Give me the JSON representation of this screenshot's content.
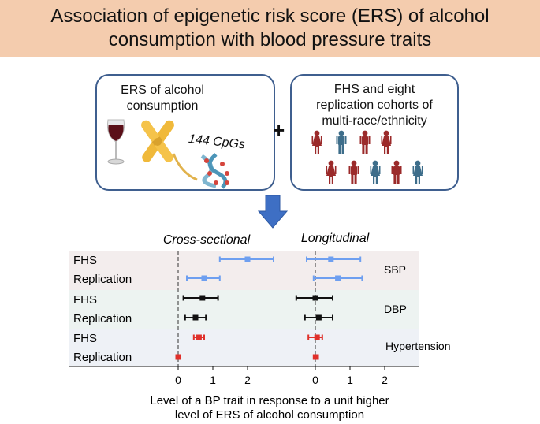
{
  "header": {
    "line1": "Association of epigenetic risk score (ERS) of alcohol",
    "line2": "consumption with blood pressure traits"
  },
  "left_box": {
    "title_line1": "ERS of alcohol",
    "title_line2": "consumption",
    "cpg_label": "144 CpGs"
  },
  "right_box": {
    "title_line1": "FHS and eight",
    "title_line2": "replication cohorts of",
    "title_line3": "multi-race/ethnicity"
  },
  "plus_sign": "+",
  "colors": {
    "header_bg": "#f4ccae",
    "box_border": "#3f5f8f",
    "arrow": "#3e6fc4",
    "sbp": "#6e9ff0",
    "dbp": "#111111",
    "hypertension": "#e0302a",
    "people_red": "#9b2a2a",
    "people_blue": "#3d6d8a"
  },
  "chart_data": {
    "type": "forest",
    "panels": [
      "Cross-sectional",
      "Longitudinal"
    ],
    "x_ticks": [
      "0",
      "1",
      "2"
    ],
    "xlabel_line1": "Level of a BP trait in response to a unit higher",
    "xlabel_line2": "level of ERS of alcohol consumption",
    "groups": [
      {
        "trait": "SBP",
        "color": "#6e9ff0",
        "rows": [
          {
            "label": "FHS",
            "cross": {
              "est": 2.0,
              "lo": 1.2,
              "hi": 2.75
            },
            "long": {
              "est": 0.45,
              "lo": -0.25,
              "hi": 1.3
            }
          },
          {
            "label": "Replication",
            "cross": {
              "est": 0.75,
              "lo": 0.25,
              "hi": 1.2
            },
            "long": {
              "est": 0.65,
              "lo": -0.05,
              "hi": 1.35
            }
          }
        ]
      },
      {
        "trait": "DBP",
        "color": "#111111",
        "rows": [
          {
            "label": "FHS",
            "cross": {
              "est": 0.7,
              "lo": 0.15,
              "hi": 1.15
            },
            "long": {
              "est": 0.0,
              "lo": -0.55,
              "hi": 0.5
            }
          },
          {
            "label": "Replication",
            "cross": {
              "est": 0.5,
              "lo": 0.2,
              "hi": 0.8
            },
            "long": {
              "est": 0.1,
              "lo": -0.3,
              "hi": 0.5
            }
          }
        ]
      },
      {
        "trait": "Hypertension",
        "color": "#e0302a",
        "rows": [
          {
            "label": "FHS",
            "cross": {
              "est": 0.6,
              "lo": 0.45,
              "hi": 0.75
            },
            "long": {
              "est": 0.05,
              "lo": -0.2,
              "hi": 0.2
            }
          },
          {
            "label": "Replication",
            "cross": {
              "est": 0.0,
              "lo": -0.03,
              "hi": 0.03
            },
            "long": {
              "est": 0.02,
              "lo": -0.05,
              "hi": 0.08
            }
          }
        ]
      }
    ]
  }
}
